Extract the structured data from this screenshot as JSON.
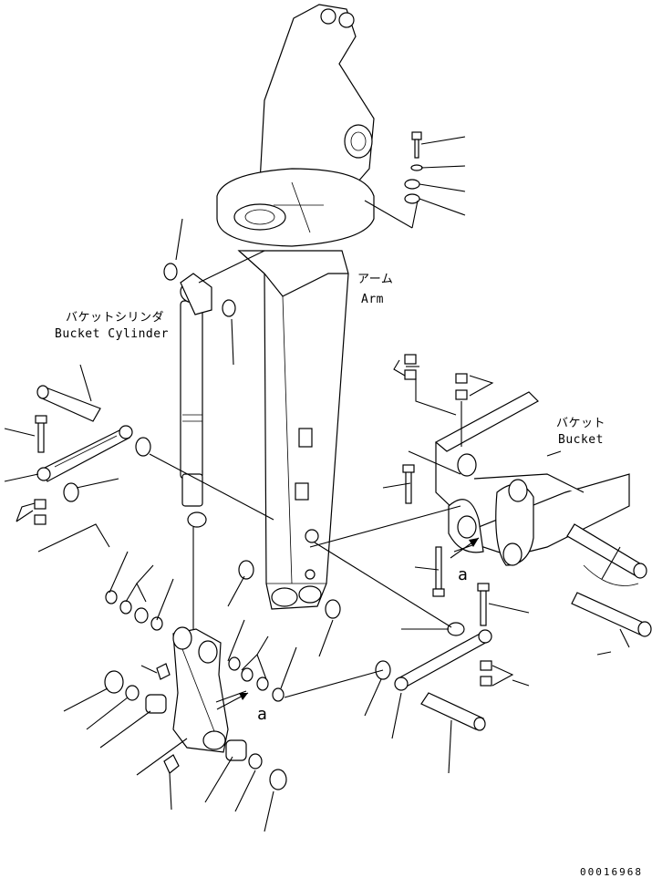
{
  "labels": {
    "arm_jp": "アーム",
    "arm_en": "Arm",
    "bucket_cylinder_jp": "バケットシリンダ",
    "bucket_cylinder_en": "Bucket Cylinder",
    "bucket_jp": "バケット",
    "bucket_en": "Bucket",
    "detail_a_1": "a",
    "detail_a_2": "a"
  },
  "document_number": "00016968",
  "colors": {
    "line": "#000000",
    "background": "#ffffff"
  }
}
